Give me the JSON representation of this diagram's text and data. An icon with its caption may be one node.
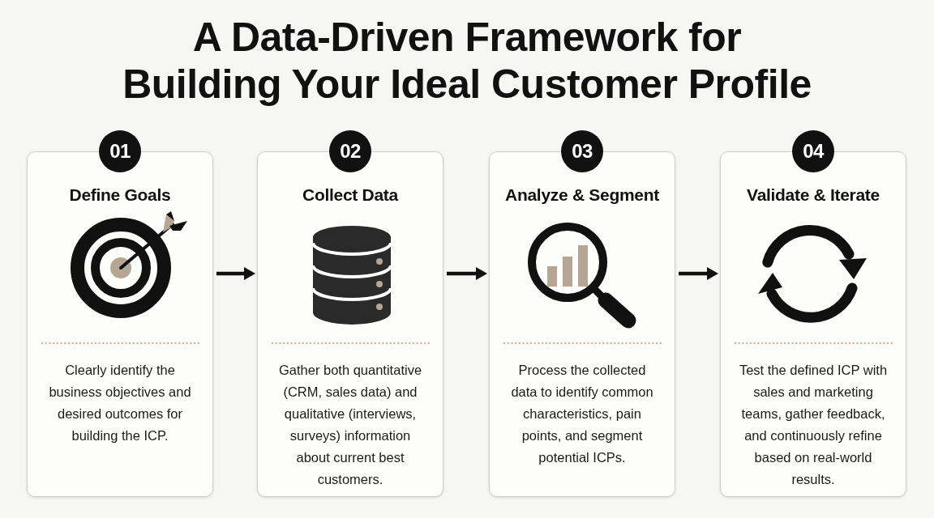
{
  "diagram": {
    "title": "A Data-Driven Framework for Building Your Ideal Customer Profile",
    "nodes": [
      {
        "text": [
          "01",
          "Define Goals",
          "Clearly identify the business objectives and desired outcomes for building the ICP."
        ]
      },
      {
        "text": [
          "02",
          "Collect Data",
          "Gather both quantitative (CRM, sales data) and qualitative (interviews, surveys) information about current best customers."
        ]
      },
      {
        "text": [
          "03",
          "Analyze & Segment",
          "Process the collected data to identify common characteristics, pain points, and segment potential ICPs."
        ]
      },
      {
        "text": [
          "04",
          "Validate & Iterate",
          "Test the defined ICP with sales and marketing teams, gather feedback, and continuously refine based on real-world results."
        ]
      }
    ],
    "edges": [
      {
        "from": 0,
        "to": 1,
        "arrow": "to"
      },
      {
        "from": 1,
        "to": 2,
        "arrow": "to"
      },
      {
        "from": 2,
        "to": 3,
        "arrow": "to"
      }
    ]
  }
}
